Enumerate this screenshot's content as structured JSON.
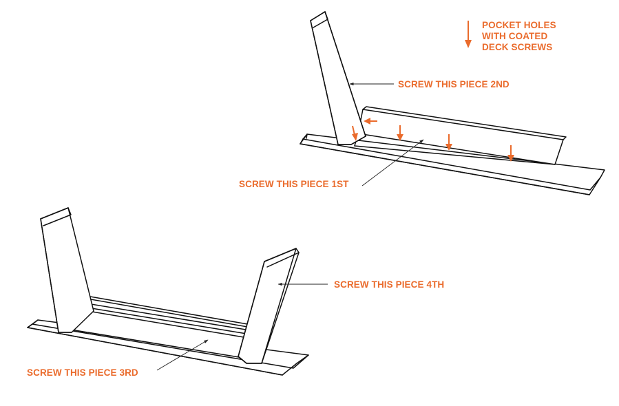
{
  "legend": {
    "line1": "POCKET HOLES",
    "line2": "WITH COATED",
    "line3": "DECK SCREWS",
    "arrow_icon": "down-arrow-icon"
  },
  "labels": {
    "piece_1st": "SCREW THIS PIECE 1ST",
    "piece_2nd": "SCREW THIS PIECE 2ND",
    "piece_3rd": "SCREW THIS PIECE 3RD",
    "piece_4th": "SCREW THIS PIECE 4TH"
  },
  "colors": {
    "accent": "#ea6b2c",
    "line": "#111111",
    "background": "#ffffff"
  }
}
